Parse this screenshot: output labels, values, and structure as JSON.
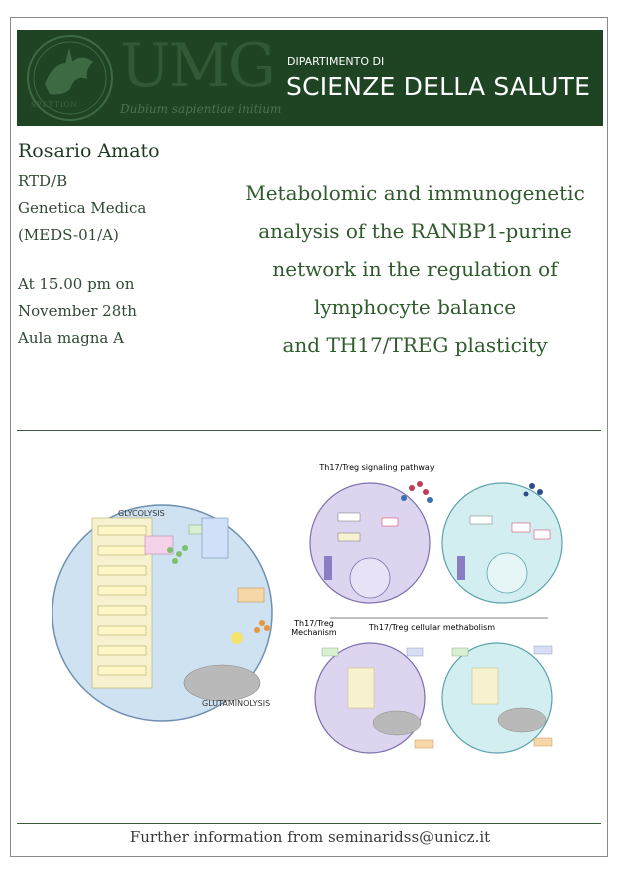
{
  "header": {
    "logo_text": "UMG",
    "motto": "Dubium sapientiae initium",
    "logo_caption": "SPEΤTION",
    "department_prefix": "DIPARTIMENTO DI",
    "department_name": "SCIENZE DELLA SALUTE"
  },
  "speaker": {
    "name": "Rosario Amato",
    "role": "RTD/B",
    "field": "Genetica Medica",
    "code": "(MEDS-01/A)"
  },
  "event": {
    "time": "At 15.00 pm on",
    "date": "November 28th",
    "place": "Aula magna A"
  },
  "talk": {
    "title_lines": [
      "Metabolomic and immunogenetic",
      "analysis of the RANBP1-purine",
      "network in the regulation of",
      "lymphocyte balance",
      "and TH17/TREG plasticity"
    ]
  },
  "figure": {
    "signaling_title": "Th17/Treg signaling pathway",
    "metabolism_title": "Th17/Treg cellular methabolism",
    "mechanism_label_1": "Th17/Treg",
    "mechanism_label_2": "Mechanism",
    "glycolysis_label": "GLYCOLYSIS",
    "glutaminolysis_label": "GLUTAMINOLYSIS",
    "left_cell_color": "#cfe2f2",
    "purple_cell_color": "#ddd5ef",
    "cyan_cell_color": "#d3eef0"
  },
  "footer": {
    "text": "Further information from seminaridss@unicz.it"
  }
}
